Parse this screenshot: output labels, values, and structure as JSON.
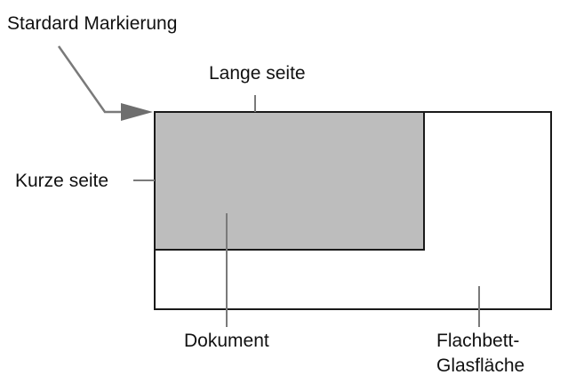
{
  "diagram": {
    "labels": {
      "standard_mark": "Stardard Markierung",
      "long_side": "Lange seite",
      "short_side": "Kurze seite",
      "document": "Dokument",
      "flatbed_line1": "Flachbett-",
      "flatbed_line2": "Glasfläche"
    },
    "colors": {
      "outline": "#1a1a1a",
      "document_fill": "#bdbdbd",
      "glass_fill": "#ffffff",
      "leader_line": "#7a7a7a",
      "arrow": "#6e6e6e"
    },
    "icons": {
      "corner_marker": "arrow-right-icon"
    }
  }
}
